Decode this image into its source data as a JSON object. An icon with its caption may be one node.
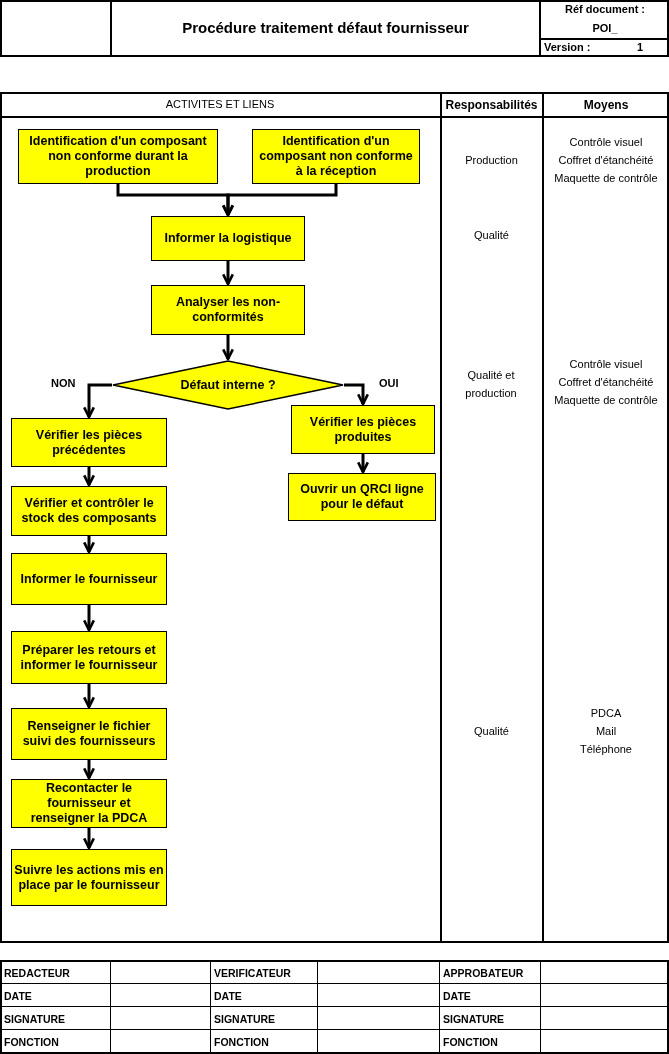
{
  "diagram": {
    "title": "Procédure traitement défaut fournisseur",
    "nodes": [
      {
        "text": [
          "Identification d'un composant non conforme durant la production"
        ]
      },
      {
        "text": [
          "Identification d'un composant non conforme à la réception"
        ]
      },
      {
        "text": [
          "Informer la logistique"
        ]
      },
      {
        "text": [
          "Analyser les non-conformités"
        ]
      },
      {
        "text": [
          "Défaut interne ?"
        ]
      },
      {
        "text": [
          "Vérifier les pièces précédentes"
        ]
      },
      {
        "text": [
          "Vérifier et contrôler le stock  des composants"
        ]
      },
      {
        "text": [
          "Informer le fournisseur"
        ]
      },
      {
        "text": [
          "Préparer les retours et informer le fournisseur"
        ]
      },
      {
        "text": [
          "Renseigner le fichier suivi des fournisseurs"
        ]
      },
      {
        "text": [
          "Recontacter le fournisseur  et renseigner la PDCA"
        ]
      },
      {
        "text": [
          "Suivre les actions mis en place par le fournisseur"
        ]
      },
      {
        "text": [
          "Vérifier les pièces produites"
        ]
      },
      {
        "text": [
          "Ouvrir un QRCI ligne pour le défaut"
        ]
      }
    ],
    "edges": [
      {
        "from": 0,
        "to": 2,
        "arrow": "to"
      },
      {
        "from": 1,
        "to": 2,
        "arrow": "to"
      },
      {
        "from": 2,
        "to": 3,
        "arrow": "to"
      },
      {
        "from": 3,
        "to": 4,
        "arrow": "to"
      },
      {
        "from": 4,
        "to": 5,
        "arrow": "to",
        "label": "NON"
      },
      {
        "from": 4,
        "to": 12,
        "arrow": "to",
        "label": "OUI"
      },
      {
        "from": 5,
        "to": 6,
        "arrow": "to"
      },
      {
        "from": 6,
        "to": 7,
        "arrow": "to"
      },
      {
        "from": 7,
        "to": 8,
        "arrow": "to"
      },
      {
        "from": 8,
        "to": 9,
        "arrow": "to"
      },
      {
        "from": 9,
        "to": 10,
        "arrow": "to"
      },
      {
        "from": 10,
        "to": 11,
        "arrow": "to"
      },
      {
        "from": 12,
        "to": 13,
        "arrow": "to"
      }
    ],
    "labels": [
      "Réf document :",
      "POI_",
      "Version :",
      "1",
      "ACTIVITES ET LIENS",
      "Responsabilités",
      "Moyens",
      "Production",
      "Contrôle visuel",
      "Coffret d'étanchéité",
      "Maquette de contrôle",
      "Qualité",
      "Qualité et production",
      "Contrôle visuel",
      "Coffret d'étanchéité",
      "Maquette de contrôle",
      "Qualité",
      "PDCA",
      "Mail",
      "Téléphone",
      "REDACTEUR",
      "VERIFICATEUR",
      "APPROBATEUR",
      "DATE",
      "DATE",
      "DATE",
      "SIGNATURE",
      "SIGNATURE",
      "SIGNATURE",
      "FONCTION",
      "FONCTION",
      "FONCTION"
    ]
  }
}
